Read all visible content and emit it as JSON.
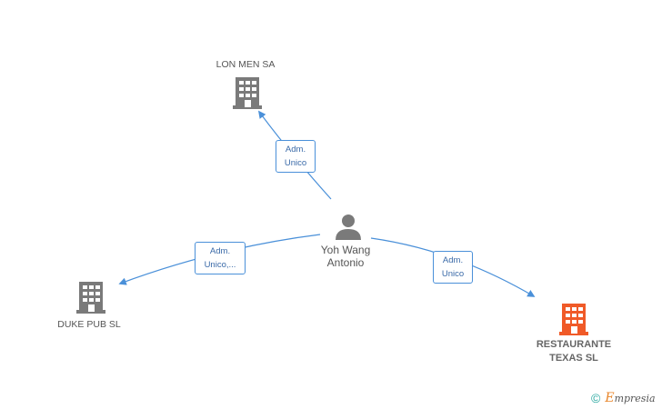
{
  "colors": {
    "edge": "#4a90d9",
    "company_icon": "#7a7a7a",
    "highlight_icon": "#f05a28",
    "person_icon": "#7a7a7a"
  },
  "nodes": {
    "center": {
      "name_line1": "Yoh Wang",
      "name_line2": "Antonio",
      "icon": "person-icon"
    },
    "top": {
      "name": "LON MEN SA",
      "icon": "building-icon"
    },
    "left": {
      "name": "DUKE PUB SL",
      "icon": "building-icon"
    },
    "right": {
      "name_line1": "RESTAURANTE",
      "name_line2": "TEXAS SL",
      "icon": "building-icon"
    }
  },
  "relations": {
    "top": {
      "line1": "Adm.",
      "line2": "Unico"
    },
    "left": {
      "line1": "Adm.",
      "line2": "Unico,..."
    },
    "right": {
      "line1": "Adm.",
      "line2": "Unico"
    }
  },
  "footer": {
    "copyright": "©",
    "brand_initial": "E",
    "brand_rest": "mpresia"
  }
}
